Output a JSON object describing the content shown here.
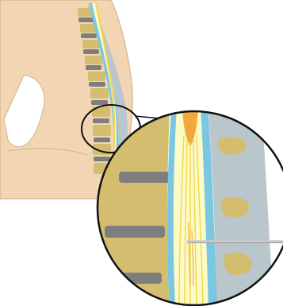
{
  "illustration": {
    "subject": "spine-cross-section",
    "colors": {
      "skin": "#f2d6b3",
      "skin_edge": "#d7b08b",
      "vertebra": "#d4bd6f",
      "disc": "#7e7e7e",
      "canal_fluid": "#79c7e0",
      "cord": "#fbfbc8",
      "cord_core": "#f4d64a",
      "nerve_root_orange": "#f3a83b",
      "bone_back": "#b9c6cc",
      "outline": "#111111",
      "needle": "#c9c9c9"
    },
    "elements": {
      "torso": "back-silhouette",
      "spine_small": "lumbar-spine",
      "magnifier": "zoom-circle",
      "needle": "lumbar-puncture-needle"
    }
  }
}
